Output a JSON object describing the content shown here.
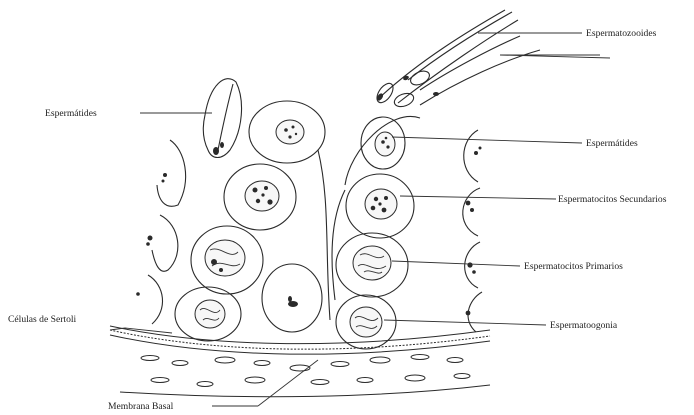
{
  "labels": {
    "espermatozooides": "Espermatozooides",
    "espermatides_left": "Espermátides",
    "espermatides_right": "Espermátides",
    "espermatocitos_secundarios": "Espermatocitos Secundarios",
    "espermatocitos_primarios": "Espermatocitos Primarios",
    "espermatoogonia": "Espermatoogonia",
    "celulas_sertoli": "Células de Sertoli",
    "membrana_basal": "Membrana Basal"
  }
}
